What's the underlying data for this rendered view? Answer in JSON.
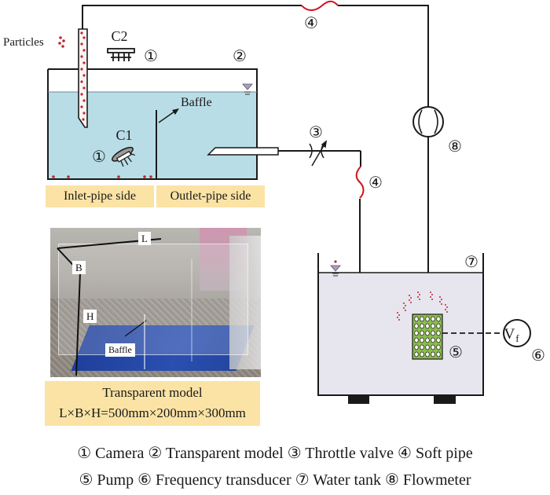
{
  "figure": {
    "particles_label": "Particles",
    "camera_top_label": "C2",
    "camera_bottom_label": "C1",
    "baffle_label": "Baffle",
    "markers": {
      "camera": "①",
      "model": "②",
      "valve": "③",
      "soft_pipe": "④",
      "pump": "⑤",
      "transducer": "⑥",
      "tank": "⑦",
      "flowmeter": "⑧"
    },
    "transducer_symbol": "V",
    "transducer_subscript": "f",
    "side_labels": {
      "inlet": "Inlet-pipe side",
      "outlet": "Outlet-pipe side"
    },
    "photo": {
      "tag_L": "L",
      "tag_B": "B",
      "tag_H": "H",
      "tag_baffle": "Baffle"
    },
    "model_caption": {
      "title": "Transparent model",
      "dimensions": "L×B×H=500mm×200mm×300mm"
    },
    "colors": {
      "model_water": "#b9dde6",
      "tank_water": "#e7e6ee",
      "soft_pipe": "#d0121b",
      "particle": "#c0272d",
      "pump_body": "#8bbd4c",
      "water_level_marker": "#b19cc9",
      "label_background": "#fbe3a5"
    }
  },
  "legend": {
    "line1": "① Camera ② Transparent model ③ Throttle valve  ④ Soft pipe",
    "line2": "⑤ Pump ⑥ Frequency transducer ⑦ Water tank ⑧ Flowmeter"
  }
}
